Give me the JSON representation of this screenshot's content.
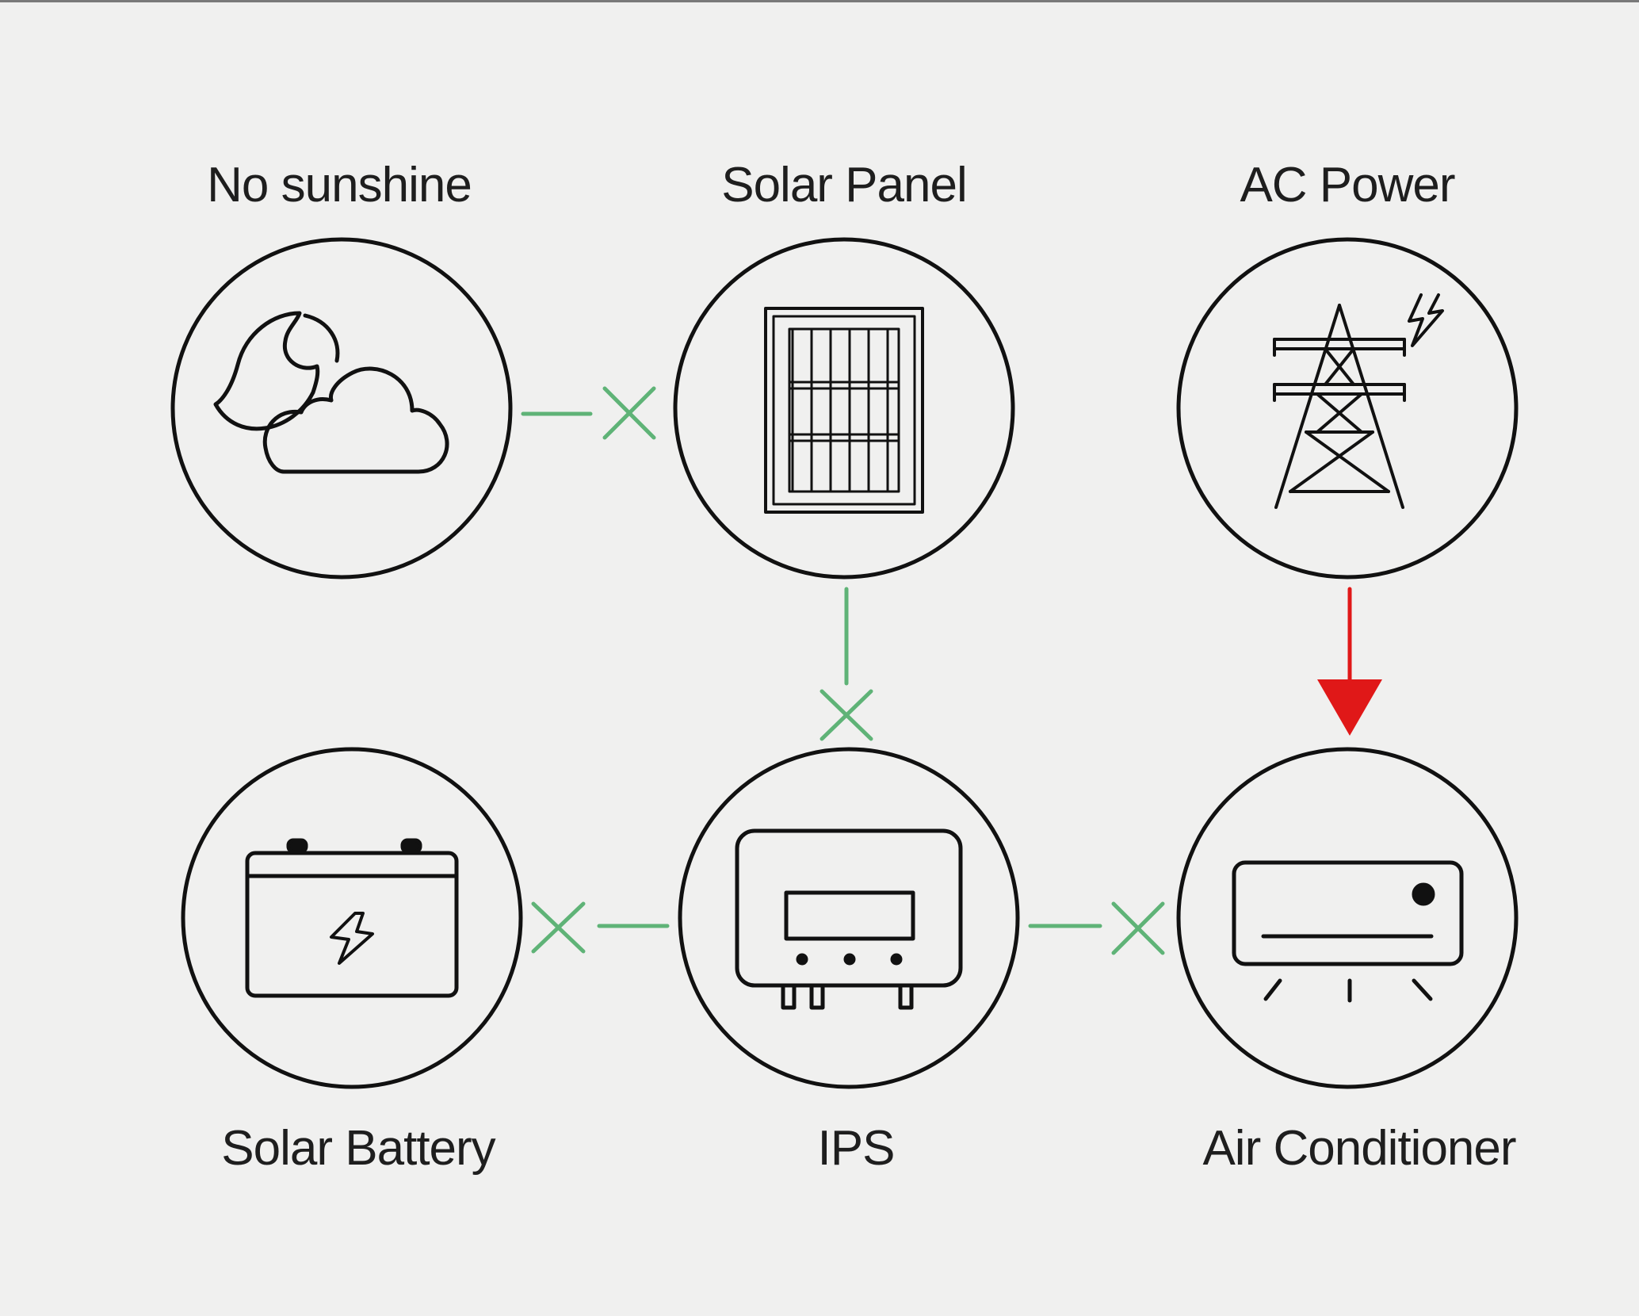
{
  "labels": {
    "no_sunshine": "No sunshine",
    "solar_panel": "Solar Panel",
    "ac_power": "AC Power",
    "solar_battery": "Solar Battery",
    "ips": "IPS",
    "air_conditioner": "Air Conditioner"
  },
  "colors": {
    "background": "#f0f0ef",
    "stroke": "#111111",
    "blocked_link": "#5fb377",
    "active_link": "#e01818"
  },
  "connections": [
    {
      "from": "no_sunshine",
      "to": "solar_panel",
      "status": "blocked"
    },
    {
      "from": "solar_panel",
      "to": "ips",
      "status": "blocked"
    },
    {
      "from": "ips",
      "to": "solar_battery",
      "status": "blocked"
    },
    {
      "from": "ips",
      "to": "air_conditioner",
      "status": "blocked"
    },
    {
      "from": "ac_power",
      "to": "air_conditioner",
      "status": "active"
    }
  ],
  "icons": {
    "no_sunshine": "moon-cloud-icon",
    "solar_panel": "solar-panel-icon",
    "ac_power": "transmission-tower-icon",
    "solar_battery": "battery-icon",
    "ips": "inverter-icon",
    "air_conditioner": "air-conditioner-icon"
  }
}
